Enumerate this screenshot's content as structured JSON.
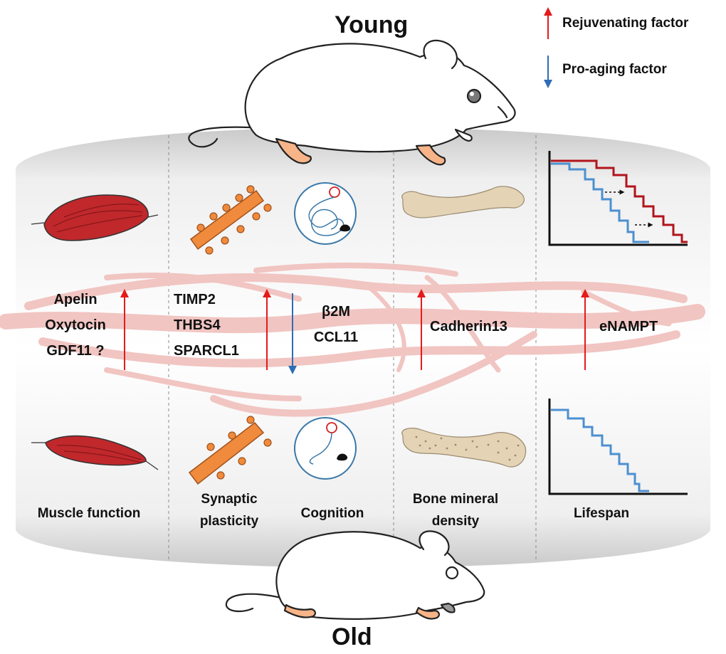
{
  "titles": {
    "young": "Young",
    "old": "Old"
  },
  "legend": {
    "rejuvenating": {
      "label": "Rejuvenating factor",
      "color": "#e31b1b"
    },
    "pro_aging": {
      "label": "Pro-aging factor",
      "color": "#2f6db5"
    }
  },
  "columns": [
    {
      "id": "muscle",
      "category": "Muscle function",
      "rejuvenating_factors": [
        "Apelin",
        "Oxytocin",
        "GDF11 ?"
      ],
      "pro_aging_factors": []
    },
    {
      "id": "synaptic",
      "category_lines": [
        "Synaptic",
        "plasticity"
      ],
      "rejuvenating_factors": [
        "TIMP2",
        "THBS4",
        "SPARCL1"
      ],
      "pro_aging_factors": []
    },
    {
      "id": "cognition",
      "category": "Cognition",
      "rejuvenating_factors": [],
      "pro_aging_factors": [
        "β2M",
        "CCL11"
      ]
    },
    {
      "id": "bone",
      "category_lines": [
        "Bone mineral",
        "density"
      ],
      "rejuvenating_factors": [
        "Cadherin13"
      ],
      "pro_aging_factors": []
    },
    {
      "id": "lifespan",
      "category": "Lifespan",
      "rejuvenating_factors": [
        "eNAMPT"
      ],
      "pro_aging_factors": []
    }
  ],
  "colors": {
    "muscle": "#c0282b",
    "dendrite": "#f08a3c",
    "bone": "#e5d3b5",
    "circle": "#3a78a8",
    "survival_young": "#b2141c",
    "survival_old": "#4c90d0",
    "vessel": "#f1c5c2",
    "paw": "#f6b488"
  }
}
